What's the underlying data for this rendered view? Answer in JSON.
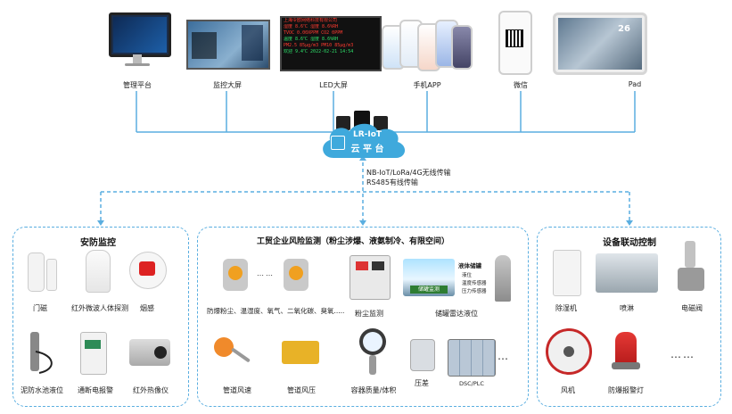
{
  "top_devices": {
    "platform": "管理平台",
    "big_screen": "监控大屏",
    "led_screen": "LED大屏",
    "mobile_app": "手机APP",
    "wechat": "微信",
    "pad": "Pad"
  },
  "led_rows": [
    "上海令欧网络科技有限公司",
    "湿度 8.6℃  湿度 8.6%RH",
    "TVOC 0.00XPPM CO2 0PPM",
    "温度 8.6℃  湿度 8.6%RH",
    "PM2.5 85μg/m3 PM10 85μg/m3",
    "欢迎  9.4℃  2022-02-21 14:54"
  ],
  "cloud": {
    "title": "LR-IoT",
    "subtitle": "云 平 台",
    "transport_line1": "NB-IoT/LoRa/4G无线传输",
    "transport_line2": "RS485有线传输"
  },
  "security": {
    "title": "安防监控",
    "items": [
      "门磁",
      "红外微波人体探测",
      "烟感",
      "泥防水池液位",
      "通断电报警",
      "红外热像仪"
    ]
  },
  "industrial": {
    "title": "工贸企业风险监测（粉尘涉爆、液氨制冷、有限空间）",
    "gas_label": "防爆粉尘、温湿度、氧气、二氧化碳、臭氧.....",
    "dust_label": "粉尘监测",
    "tank_label": "储罐雷达液位",
    "pipe_speed": "管道风速",
    "pipe_pressure": "管道风压",
    "container": "容器质量/体积",
    "pressure_diff": "压差",
    "dsc": "DSC/PLC",
    "tank_panel_title": "液体储罐",
    "tank_panel_items": [
      "液位",
      "温度传感器",
      "压力传感器"
    ],
    "tank_status": "储罐监测"
  },
  "linkage": {
    "title": "设备联动控制",
    "items": [
      "除湿机",
      "喷淋",
      "电磁阀",
      "风机",
      "防爆报警灯"
    ]
  },
  "colors": {
    "line": "#5aaee0",
    "cloud": "#3fa9dc"
  }
}
